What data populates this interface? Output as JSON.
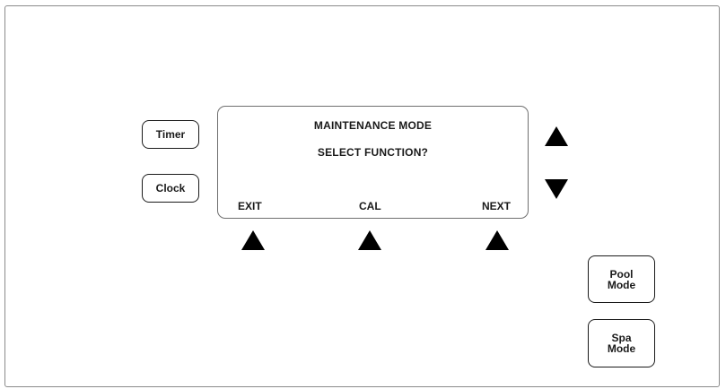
{
  "controller": {
    "timer_label": "Timer",
    "clock_label": "Clock",
    "pool_mode_label": [
      "Pool",
      "Mode"
    ],
    "spa_mode_label": [
      "Spa",
      "Mode"
    ]
  },
  "display": {
    "line1": "MAINTENANCE MODE",
    "line2": "SELECT FUNCTION?",
    "softkeys": {
      "left": "EXIT",
      "center": "CAL",
      "right": "NEXT"
    }
  },
  "icons": {
    "softkey_arrow": "triangle-up-icon",
    "scroll_up": "triangle-up-icon",
    "scroll_down": "triangle-down-icon"
  }
}
